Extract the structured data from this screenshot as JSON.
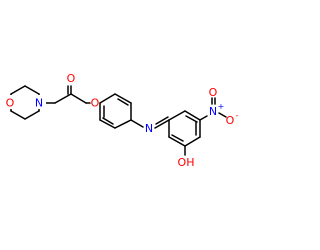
{
  "molecule": {
    "atom_labels": {
      "morpholine_o": "O",
      "morpholine_n": "N",
      "carbonyl_o": "O",
      "ether_o": "O",
      "imine_n": "N",
      "nitro_n": "N",
      "nitro_n_charge": "+",
      "nitro_o_single": "O",
      "nitro_o_single_charge": "-",
      "nitro_o_double": "O",
      "hydroxyl": "OH"
    },
    "colors": {
      "oxygen": "#ff0000",
      "nitrogen": "#0000ff",
      "carbon_bond": "#000000",
      "background": "#ffffff"
    }
  }
}
